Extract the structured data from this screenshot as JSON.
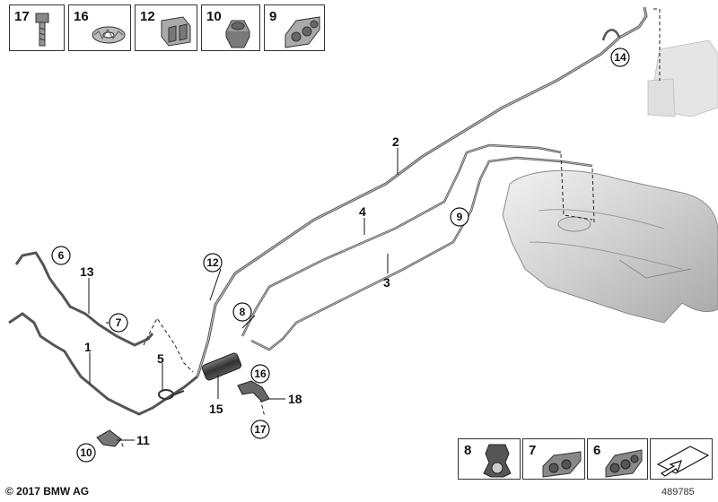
{
  "top_parts": [
    {
      "number": "17",
      "icon": "bolt-icon"
    },
    {
      "number": "16",
      "icon": "spring-washer-icon"
    },
    {
      "number": "12",
      "icon": "pipe-clip-icon"
    },
    {
      "number": "10",
      "icon": "hex-nut-icon"
    },
    {
      "number": "9",
      "icon": "double-pipe-holder-icon"
    }
  ],
  "bottom_parts": [
    {
      "number": "8",
      "icon": "single-clip-icon"
    },
    {
      "number": "7",
      "icon": "pipe-holder-icon"
    },
    {
      "number": "6",
      "icon": "pipe-holder-icon"
    },
    {
      "number": "",
      "icon": "arrow-icon"
    }
  ],
  "callouts": {
    "c1": "1",
    "c2": "2",
    "c3": "3",
    "c4": "4",
    "c5": "5",
    "c6": "6",
    "c7": "7",
    "c8": "8",
    "c9": "9",
    "c10": "10",
    "c11": "11",
    "c12": "12",
    "c13": "13",
    "c14": "14",
    "c15": "15",
    "c16": "16",
    "c17": "17",
    "c18": "18"
  },
  "copyright": "© 2017 BMW AG",
  "diagram_id": "489785"
}
